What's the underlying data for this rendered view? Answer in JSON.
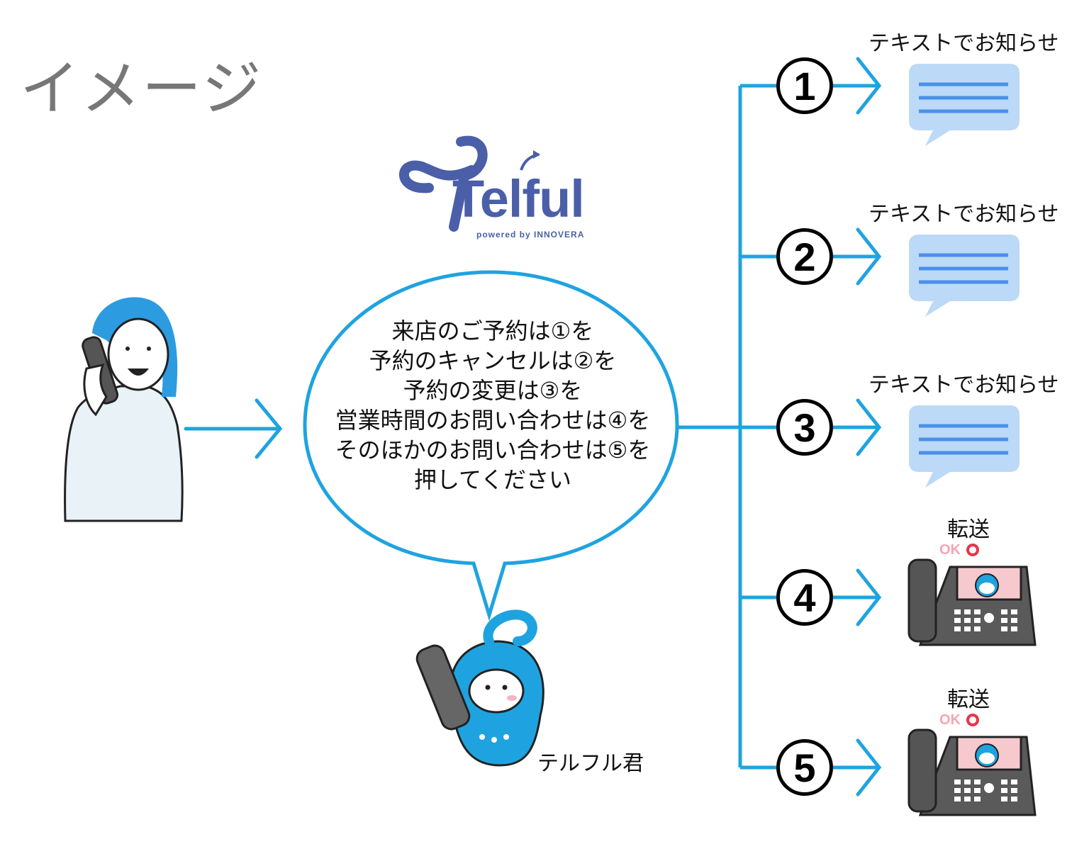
{
  "title": "イメージ",
  "brand": {
    "name": "Telful",
    "tagline": "powered by INNOVERA"
  },
  "speech": {
    "lines": [
      "来店のご予約は①を",
      "予約のキャンセルは②を",
      "予約の変更は③を",
      "営業時間のお問い合わせは④を",
      "そのほかのお問い合わせは⑤を",
      "押してください"
    ]
  },
  "mascot_label": "テルフル君",
  "branches": [
    {
      "number": "1",
      "label": "テキストでお知らせ",
      "result": "message"
    },
    {
      "number": "2",
      "label": "テキストでお知らせ",
      "result": "message"
    },
    {
      "number": "3",
      "label": "テキストでお知らせ",
      "result": "message"
    },
    {
      "number": "4",
      "label": "転送",
      "result": "phone"
    },
    {
      "number": "5",
      "label": "転送",
      "result": "phone"
    }
  ],
  "phone_badge": "OK",
  "colors": {
    "line": "#1fa3e0",
    "bubble": "#bcd9f7",
    "bubble_line": "#4a90e8",
    "brand": "#4a5fa8"
  }
}
